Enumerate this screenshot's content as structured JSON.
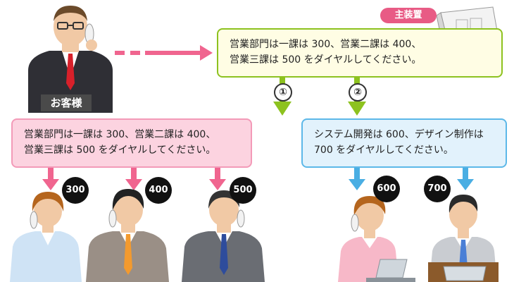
{
  "tag": "主装置",
  "customer_label": "お客様",
  "main_message": [
    "営業部門は一課は 300、営業二課は 400、",
    "営業三課は 500 をダイヤルしてください。"
  ],
  "left_message": [
    "営業部門は一課は 300、営業二課は 400、",
    "営業三課は 500 をダイヤルしてください。"
  ],
  "right_message": [
    "システム開発は 600、デザイン制作は",
    "700 をダイヤルしてください。"
  ],
  "choices": [
    "①",
    "②"
  ],
  "extensions": [
    "300",
    "400",
    "500",
    "600",
    "700"
  ],
  "colors": {
    "green": "#8dc21f",
    "pink": "#f0658f",
    "blue": "#4aaee3",
    "tag": "#e85b85"
  }
}
